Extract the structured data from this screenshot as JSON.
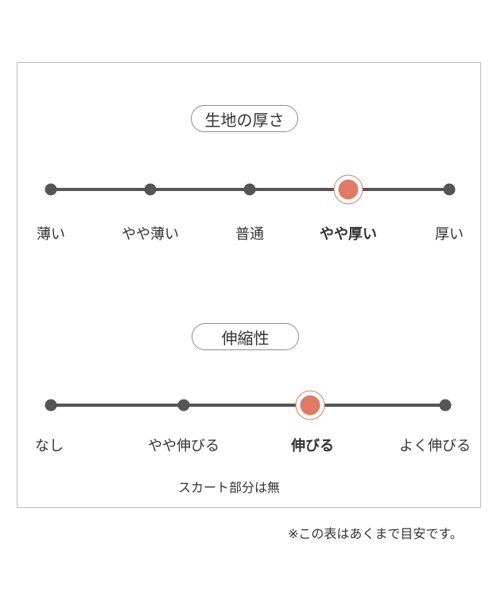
{
  "thickness": {
    "title": "生地の厚さ",
    "selected_index": 3,
    "levels": [
      "薄い",
      "やや薄い",
      "普通",
      "やや厚い",
      "厚い"
    ]
  },
  "stretch": {
    "title": "伸縮性",
    "selected_index": 2,
    "levels": [
      "なし",
      "やや伸びる",
      "伸びる",
      "よく伸びる"
    ],
    "note": "スカート部分は無"
  },
  "footnote": "※この表はあくまで目安です。",
  "colors": {
    "track": "#555555",
    "selected": "#e07b63",
    "border": "#bdbdbd"
  }
}
